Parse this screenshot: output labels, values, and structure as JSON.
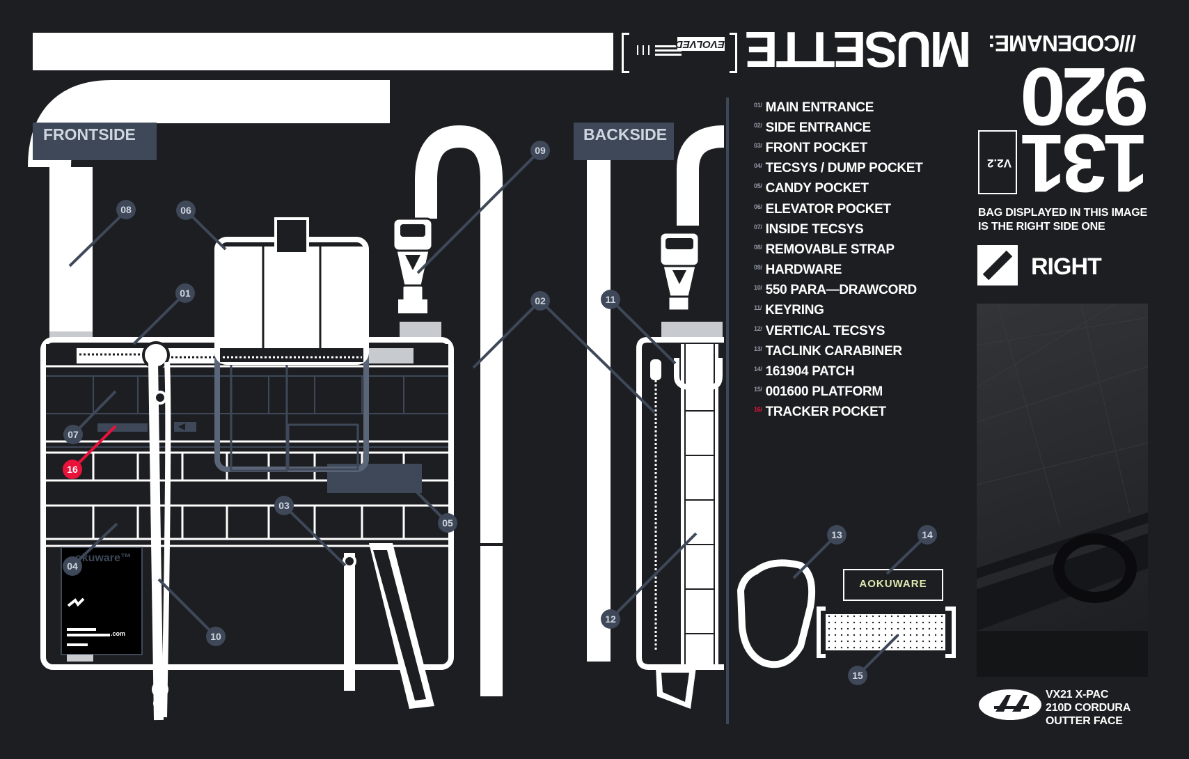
{
  "header": {
    "codename_label": "///CODENAME:",
    "model_name": "MUSETTE",
    "evolved_tag": "EVOLVED",
    "model_number": "131 920",
    "version": "V2.2"
  },
  "panels": {
    "front_label": "FRONTSIDE",
    "back_label": "BACKSIDE"
  },
  "legend": [
    {
      "num": "01/",
      "label": "MAIN ENTRANCE"
    },
    {
      "num": "02/",
      "label": "SIDE ENTRANCE"
    },
    {
      "num": "03/",
      "label": "FRONT POCKET"
    },
    {
      "num": "04/",
      "label": "TECSYS / DUMP POCKET"
    },
    {
      "num": "05/",
      "label": "CANDY POCKET"
    },
    {
      "num": "06/",
      "label": "ELEVATOR POCKET"
    },
    {
      "num": "07/",
      "label": "INSIDE TECSYS"
    },
    {
      "num": "08/",
      "label": "REMOVABLE STRAP"
    },
    {
      "num": "09/",
      "label": "HARDWARE"
    },
    {
      "num": "10/",
      "label": "550 PARA—DRAWCORD"
    },
    {
      "num": "11/",
      "label": "KEYRING"
    },
    {
      "num": "12/",
      "label": "VERTICAL TECSYS"
    },
    {
      "num": "13/",
      "label": "TACLINK CARABINER"
    },
    {
      "num": "14/",
      "label": "161904 PATCH"
    },
    {
      "num": "15/",
      "label": "001600 PLATFORM"
    },
    {
      "num": "16/",
      "label": "TRACKER POCKET"
    }
  ],
  "callouts": {
    "c01": "01",
    "c02": "02",
    "c03": "03",
    "c04": "04",
    "c05": "05",
    "c06": "06",
    "c07": "07",
    "c08": "08",
    "c09": "09",
    "c10": "10",
    "c11": "11",
    "c12": "12",
    "c13": "13",
    "c14": "14",
    "c15": "15",
    "c16": "16"
  },
  "side_info": {
    "line1": "BAG DISPLAYED IN THIS IMAGE",
    "line2": "IS THE RIGHT SIDE ONE",
    "side": "RIGHT"
  },
  "patch_text": "AOKUWARE",
  "tag_brand": "okuware™",
  "tag_domain": ".com",
  "material": {
    "line1": "VX21 X-PAC",
    "line2": "210D CORDURA",
    "line3": "OUTTER FACE"
  },
  "colors": {
    "background": "#1d1e21",
    "accent_red": "#e8123b",
    "slate": "#3e4859",
    "patch_text": "#dfe8b0"
  }
}
